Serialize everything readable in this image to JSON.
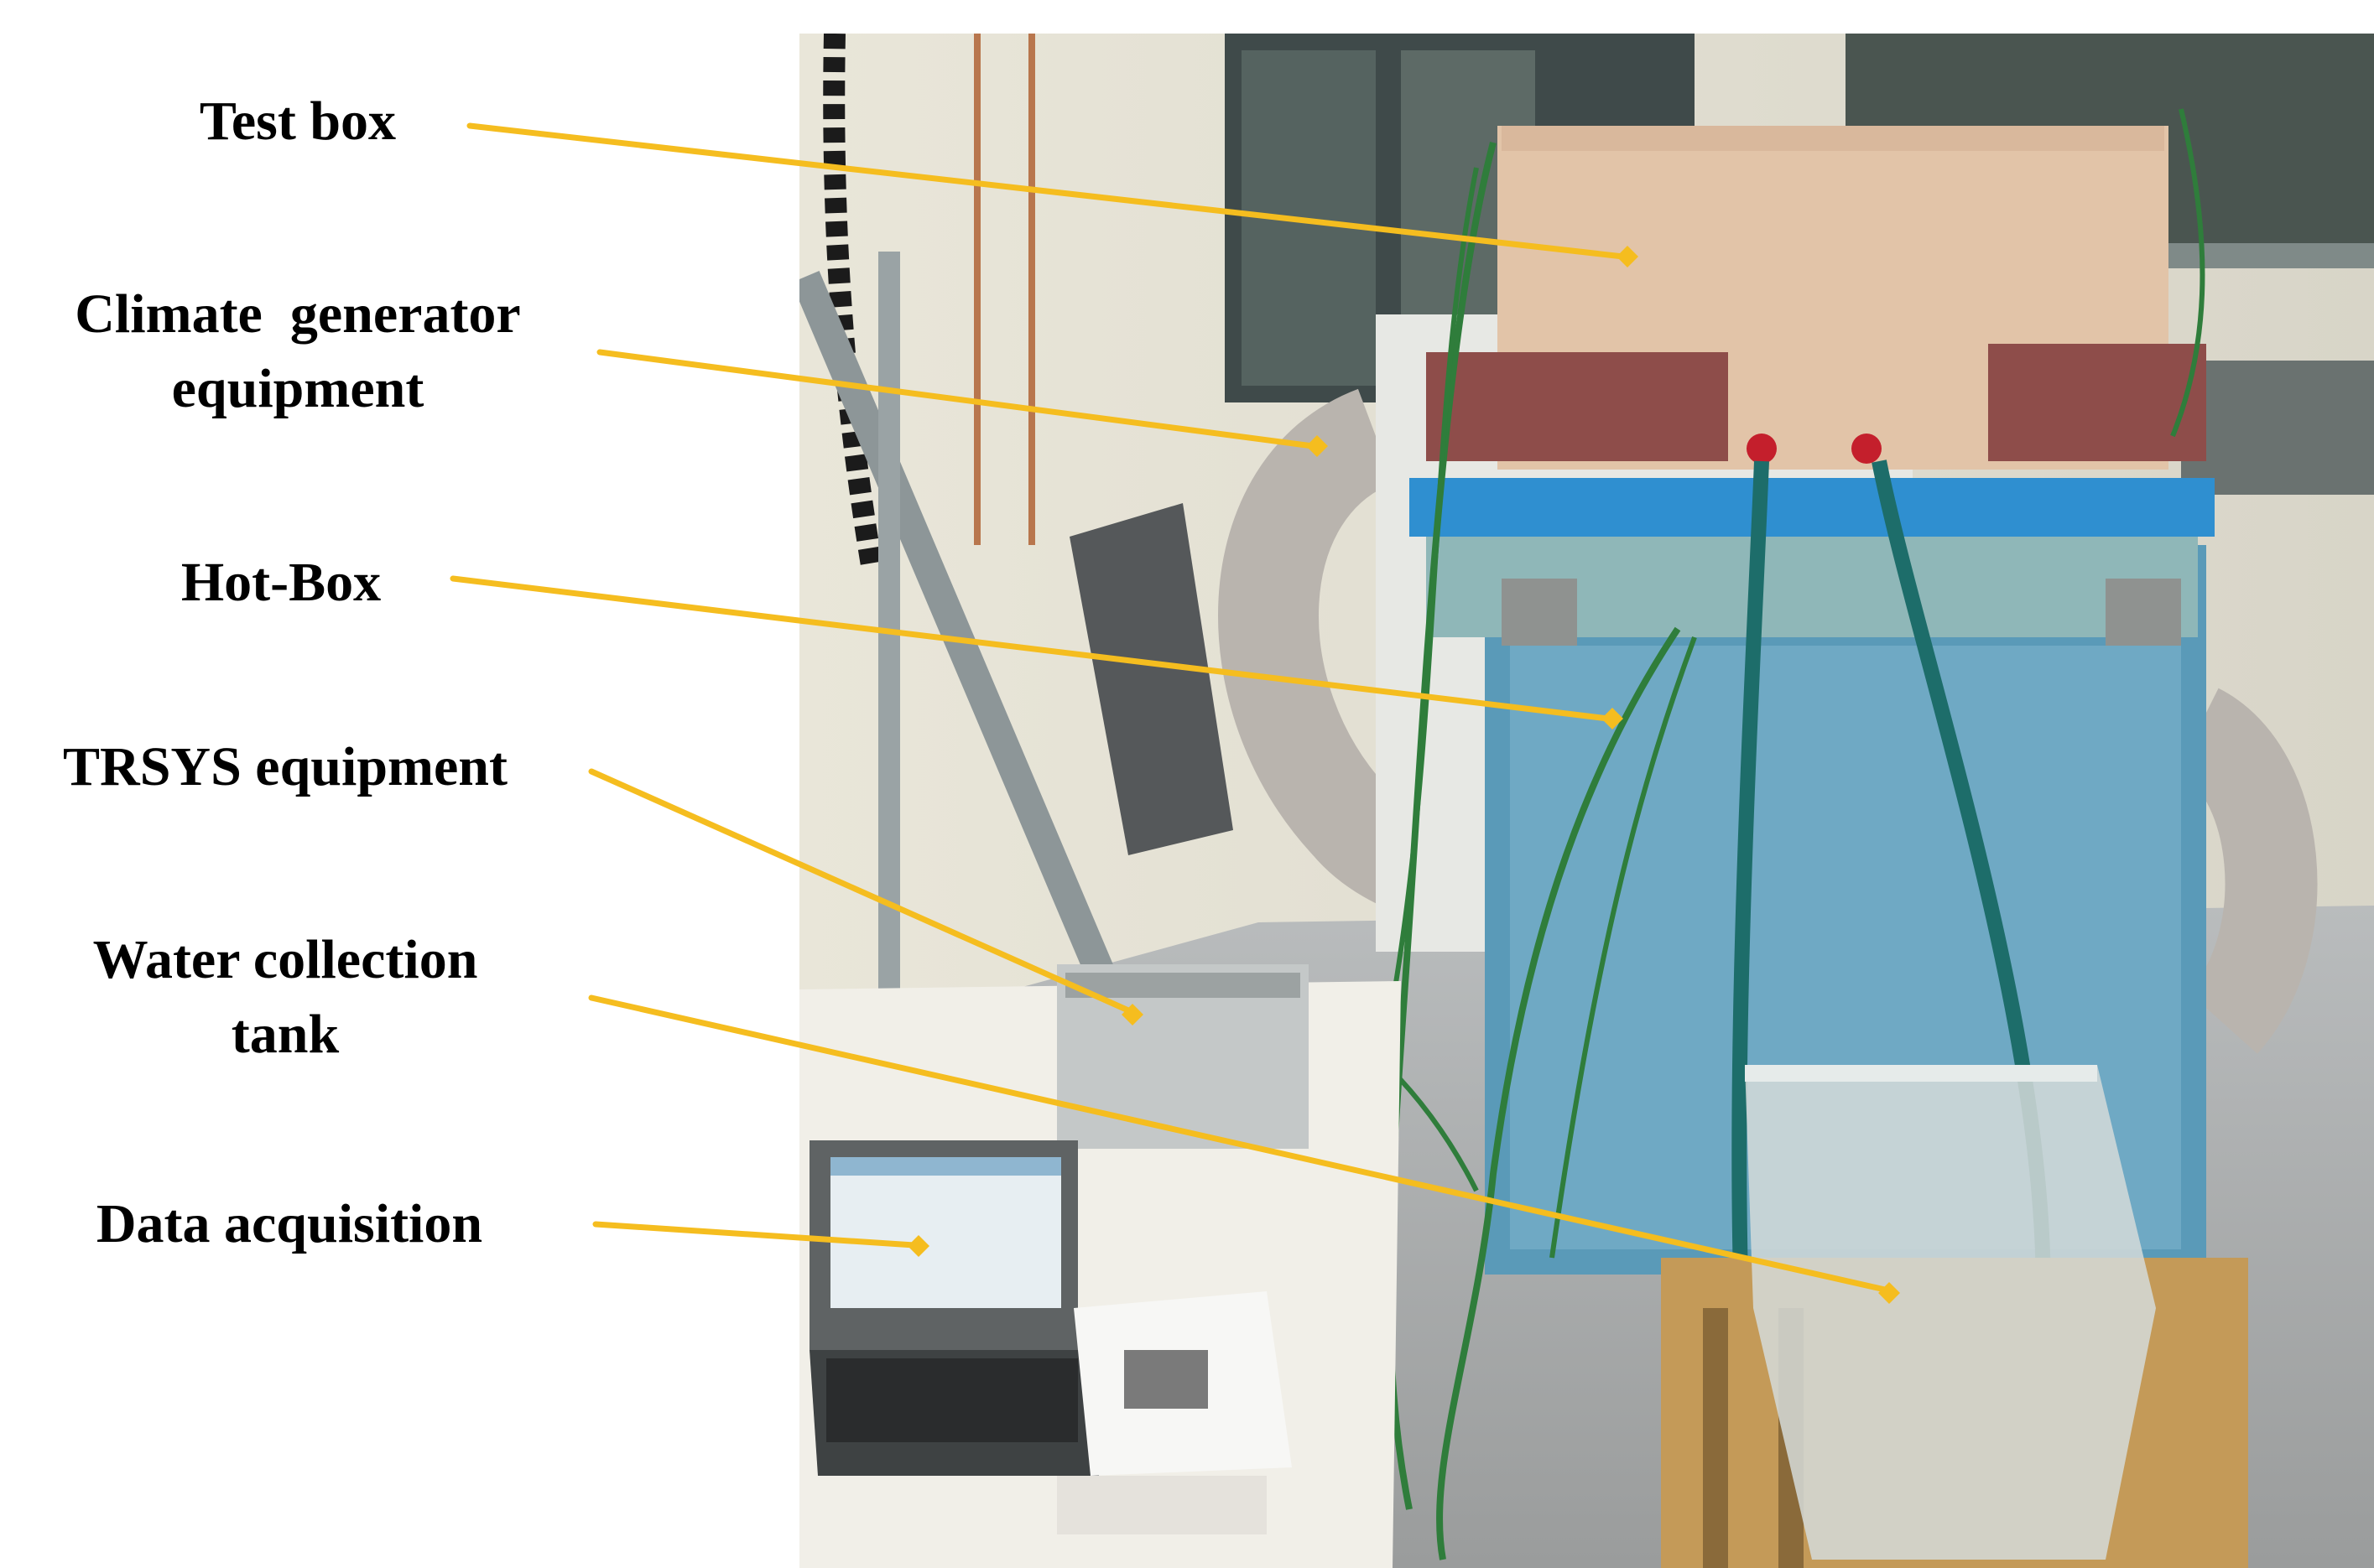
{
  "annotations": [
    {
      "lines": [
        "Test box"
      ]
    },
    {
      "lines": [
        "Climate  generator",
        "equipment"
      ]
    },
    {
      "lines": [
        "Hot-Box"
      ]
    },
    {
      "lines": [
        "TRSYS equipment"
      ]
    },
    {
      "lines": [
        "Water collection",
        "tank"
      ]
    },
    {
      "lines": [
        "Data acquisition"
      ]
    }
  ],
  "colors": {
    "arrow": "#F5BD1F",
    "text": "#000000",
    "background": "#FFFFFF"
  }
}
